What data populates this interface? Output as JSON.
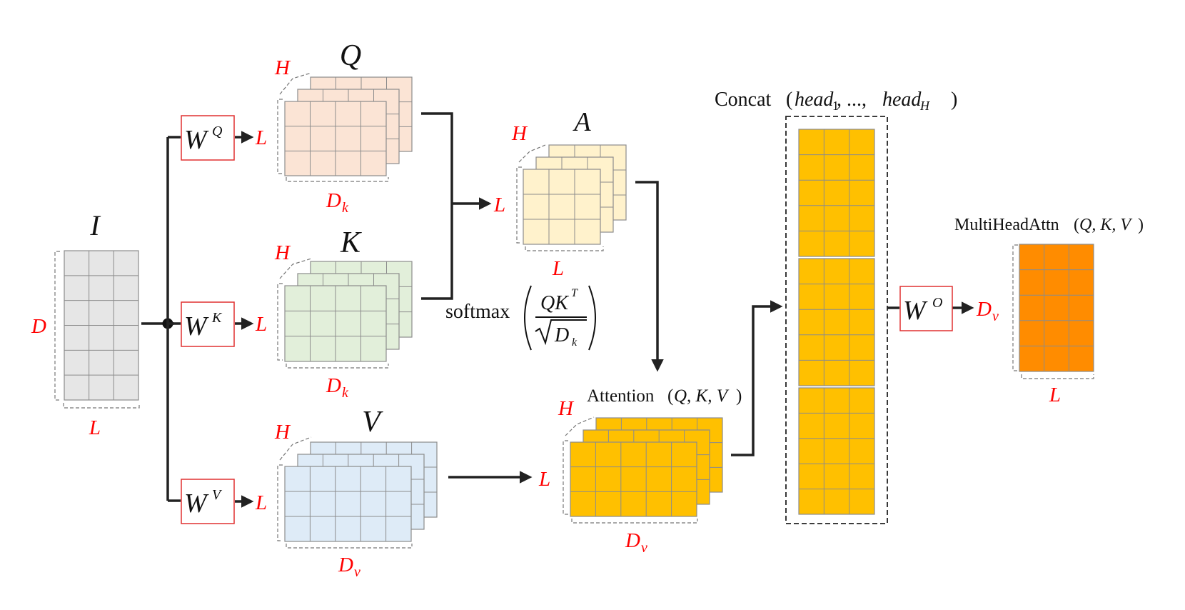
{
  "colors": {
    "input": "#e6e6e6",
    "query": "#fbe4d5",
    "key": "#e2efda",
    "value": "#deebf7",
    "attention_map": "#fff2cc",
    "attention_out": "#ffc000",
    "concat": "#ffc000",
    "output": "#ff8c00",
    "grid_line": "#8c8c8c",
    "dimension_label": "#ff0000",
    "arrow": "#222222",
    "weight_box_border": "#e03030"
  },
  "input": {
    "title": "I",
    "dim_height": "D",
    "dim_width": "L"
  },
  "query": {
    "title": "Q",
    "dim_heads": "H",
    "dim_height": "L",
    "dim_width_base": "D",
    "dim_width_sub": "k"
  },
  "key": {
    "title": "K",
    "dim_heads": "H",
    "dim_height": "L",
    "dim_width_base": "D",
    "dim_width_sub": "k"
  },
  "value": {
    "title": "V",
    "dim_heads": "H",
    "dim_height": "L",
    "dim_width_base": "D",
    "dim_width_sub": "v"
  },
  "weights": {
    "wq": {
      "base": "W",
      "sup": "Q"
    },
    "wk": {
      "base": "W",
      "sup": "K"
    },
    "wv": {
      "base": "W",
      "sup": "V"
    },
    "wo": {
      "base": "W",
      "sup": "O"
    }
  },
  "attention_map": {
    "title": "A",
    "dim_heads": "H",
    "dim_height": "L",
    "dim_width": "L"
  },
  "softmax": {
    "fn": "softmax",
    "num_base": "QK",
    "num_sup": "T",
    "den_base": "D",
    "den_sub": "k"
  },
  "attention_out": {
    "label_fn": "Attention",
    "label_args": "Q, K, V",
    "dim_heads": "H",
    "dim_height": "L",
    "dim_width_base": "D",
    "dim_width_sub": "v"
  },
  "concat": {
    "label_fn": "Concat",
    "arg1_base": "head",
    "arg1_sub": "1",
    "ellipsis": ", ..., ",
    "argN_base": "head",
    "argN_sub": "H"
  },
  "output": {
    "label_fn": "MultiHeadAttn",
    "label_args": "Q, K, V",
    "dim_height_base": "D",
    "dim_height_sub": "v",
    "dim_width": "L"
  }
}
